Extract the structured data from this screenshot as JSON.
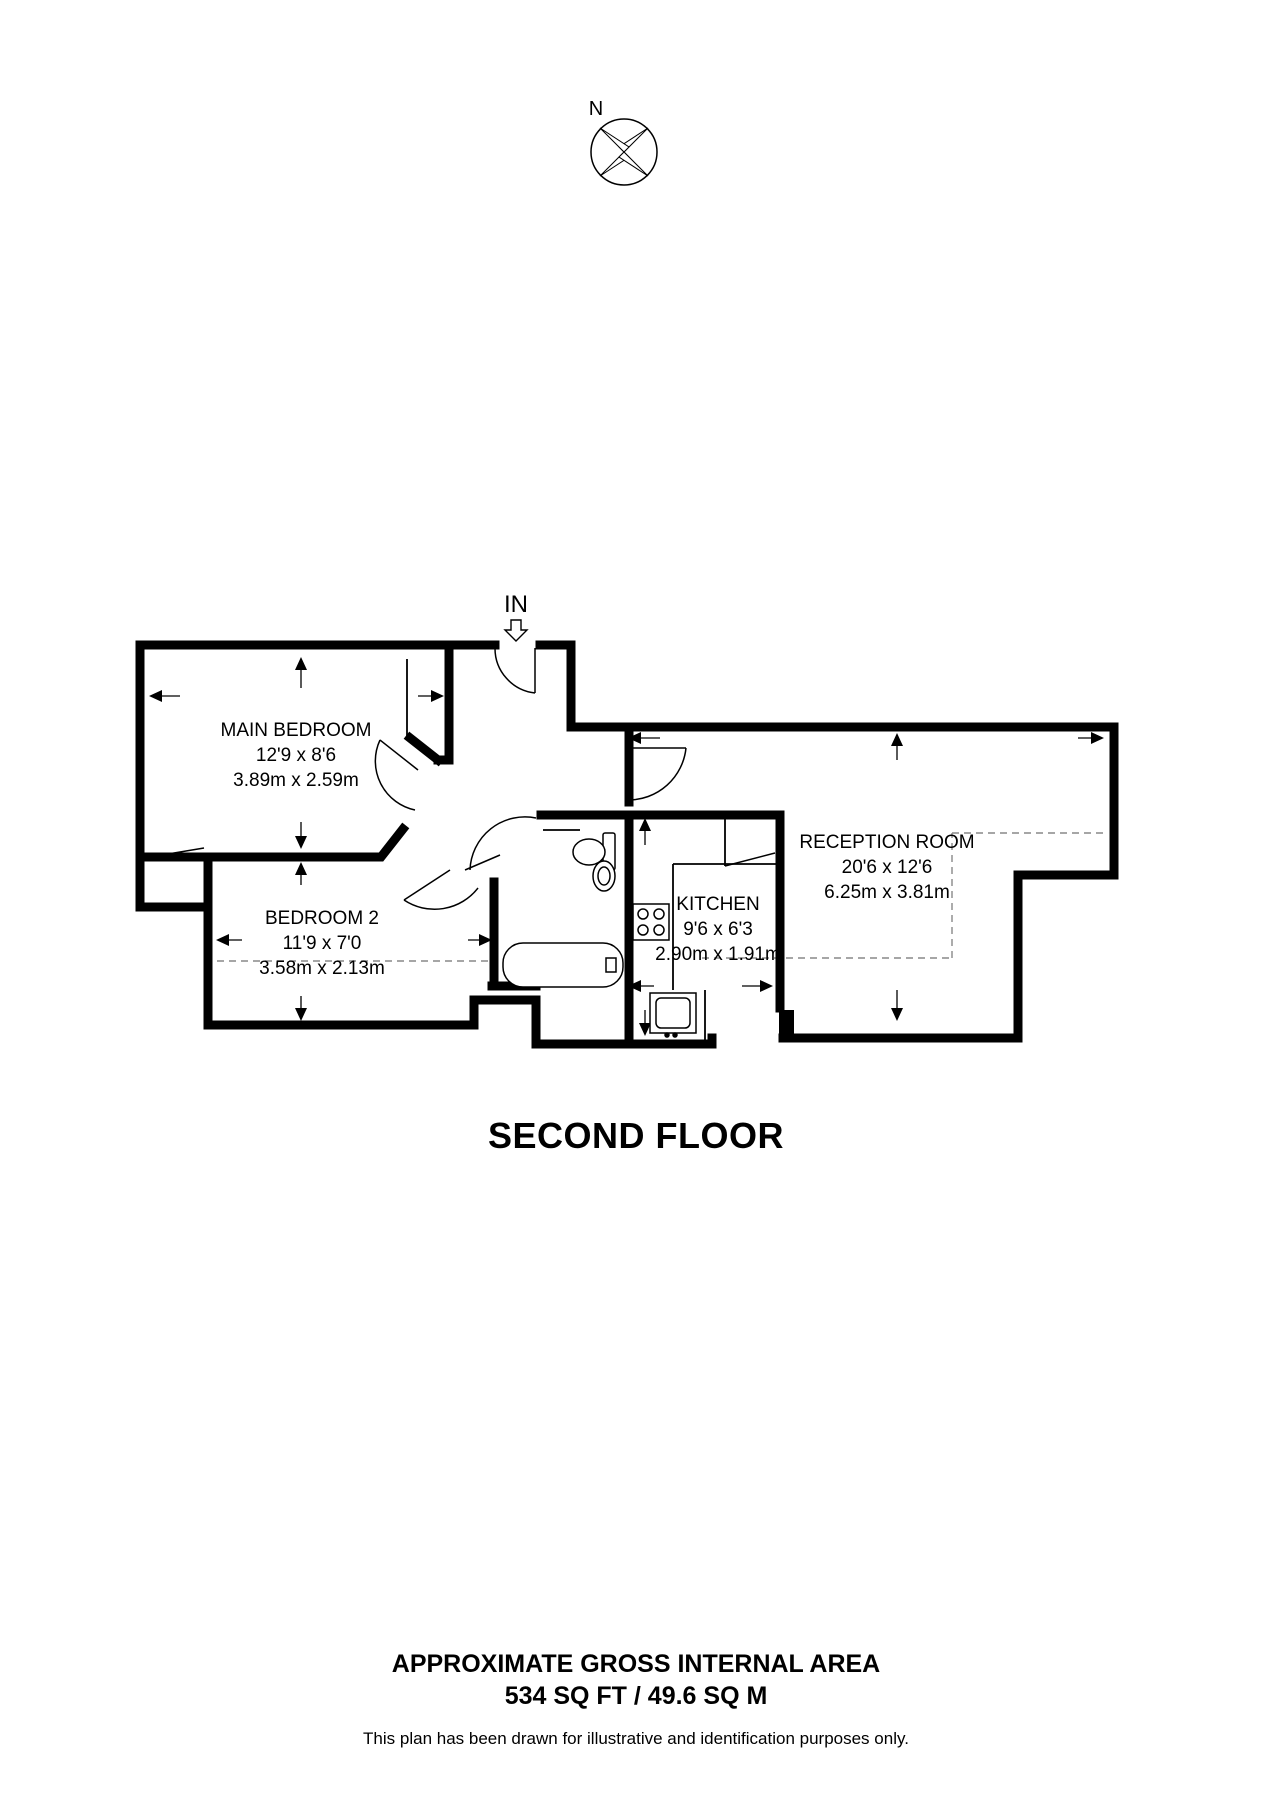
{
  "compass": {
    "label": "N",
    "icon": "north-compass-icon"
  },
  "entrance": {
    "label": "IN",
    "icon": "entrance-arrow-icon"
  },
  "rooms": [
    {
      "id": "main-bedroom",
      "name": "MAIN BEDROOM",
      "imperial": "12'9 x 8'6",
      "metric": "3.89m x 2.59m"
    },
    {
      "id": "bedroom-2",
      "name": "BEDROOM 2",
      "imperial": "11'9 x 7'0",
      "metric": "3.58m x 2.13m"
    },
    {
      "id": "kitchen",
      "name": "KITCHEN",
      "imperial": "9'6 x 6'3",
      "metric": "2.90m x 1.91m"
    },
    {
      "id": "reception-room",
      "name": "RECEPTION ROOM",
      "imperial": "20'6 x 12'6",
      "metric": "6.25m x 3.81m"
    }
  ],
  "floor_name": "SECOND FLOOR",
  "area": {
    "title": "APPROXIMATE GROSS INTERNAL AREA",
    "value": "534 SQ FT / 49.6 SQ M"
  },
  "disclaimer": "This plan has been drawn for illustrative and identification purposes only.",
  "colors": {
    "wall": "#000000",
    "background": "#ffffff",
    "dimension_line": "#888888"
  }
}
